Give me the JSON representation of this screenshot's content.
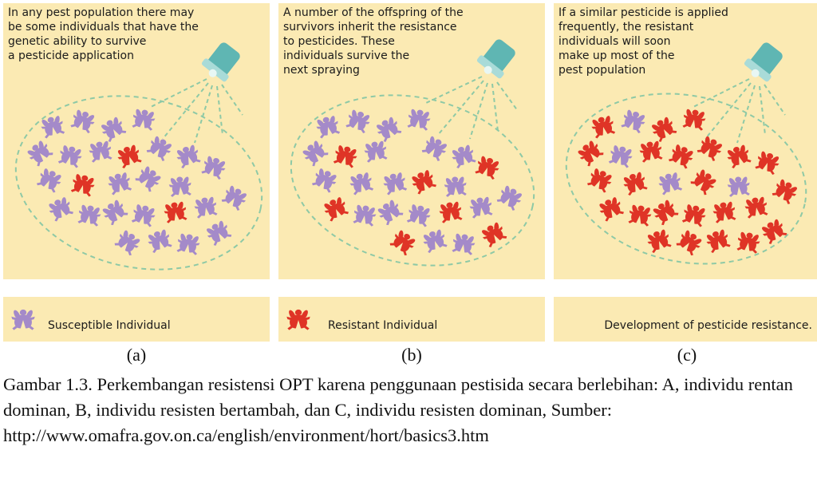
{
  "panels": [
    {
      "label": "(a)",
      "text": "In any pest population there may\nbe some individuals that have the\ngenetic ability to survive\na pesticide application",
      "legend": "Susceptible Individual",
      "legend_icon": "susceptible-insect-icon"
    },
    {
      "label": "(b)",
      "text": "A number of the offspring of the\nsurvivors inherit the resistance\nto pesticides. These\nindividuals survive the\nnext spraying",
      "legend": "Resistant Individual",
      "legend_icon": "resistant-insect-icon"
    },
    {
      "label": "(c)",
      "text": "If a similar pesticide is applied\nfrequently, the resistant\nindividuals will soon\nmake up most of the\npest population",
      "legend": "Development of pesticide resistance."
    }
  ],
  "caption": {
    "text": "Gambar 1.3. Perkembangan resistensi OPT karena penggunaan pestisida secara berlebihan: A, individu rentan dominan, B, individu resisten bertambah, dan C, individu resisten dominan, Sumber:",
    "url": "http://www.omafra.gov.on.ca/english/environment/hort/basics3.htm"
  },
  "colors": {
    "panel_background": "#fbeab3",
    "susceptible": "#a48ac9",
    "resistant": "#df3426",
    "spray": "#8ec9a6",
    "sprayer": "#5fb6b3"
  }
}
